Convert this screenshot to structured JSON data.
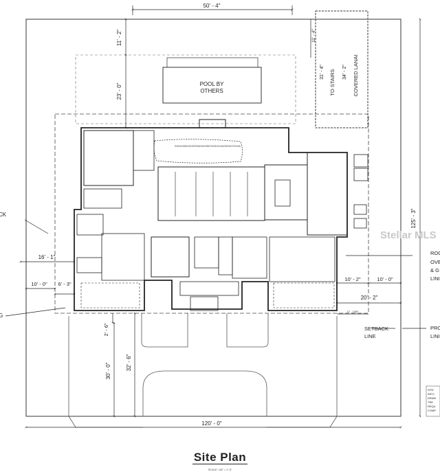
{
  "title": "Site Plan",
  "scale_note": "SCALE: 1/8\" = 1'-0\"",
  "watermark": "Stellar MLS",
  "dimensions": {
    "top_width": "50' - 4\"",
    "top_setback": "11' - 2\"",
    "pool_setback": "23' - 0\"",
    "stair_h": "11' - 4\"",
    "stair_v": "31' - 4\"",
    "lanai_v": "34' - 2\"",
    "lot_depth": "125' - 3\"",
    "left_16": "16' - 1\"",
    "left_10": "10' - 0\"",
    "left_6": "6' - 3\"",
    "front_2": "2' - 6\"",
    "front_30": "30' - 0\"",
    "front_32": "32' - 6\"",
    "right_10a": "10' - 2\"",
    "right_10b": "10' - 0\"",
    "right_20": "20' - 2\"",
    "small_note": "17' - 1 5/8\"",
    "lot_width": "120' - 0\""
  },
  "labels": {
    "pool": "POOL BY",
    "pool2": "OTHERS",
    "to_stairs": "TO STAIRS",
    "covered_lanai": "COVERED LANAI",
    "setback": "SETBACK",
    "setback2": "LINE",
    "left_ck": "CK",
    "left_g": "G",
    "right_roof1": "ROO",
    "right_roof2": "OVE",
    "right_roof3": "& G",
    "right_roof4": "LINI",
    "right_prop1": "PRO",
    "right_prop2": "LINI",
    "pool_bath_note": "POOL BATH IS AN INCIDENTAL SPACE WITHIN THE SINGLE FAMILY RESIDENCE TO BE USED SOLELY AS AN ACCESSORY BATH TO THE POOL AREA",
    "side_note": [
      "SITE",
      "INFO",
      "DRAW",
      "TRE",
      "REQU",
      "COMP"
    ]
  }
}
